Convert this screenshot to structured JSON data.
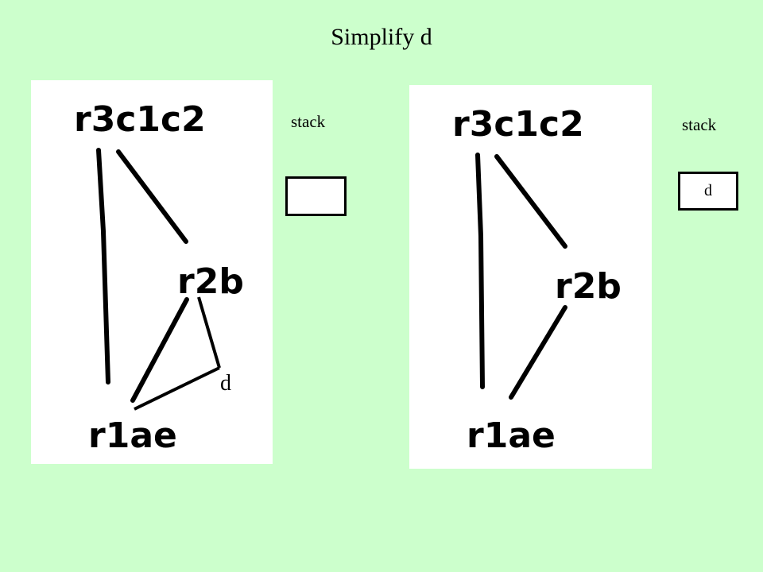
{
  "title": "Simplify d",
  "left_graph": {
    "nodes": {
      "top": "r3c1c2",
      "middle": "r2b",
      "bottom": "r1ae"
    },
    "edge_label": "d"
  },
  "right_graph": {
    "nodes": {
      "top": "r3c1c2",
      "middle": "r2b",
      "bottom": "r1ae"
    }
  },
  "stacks": {
    "left": {
      "label": "stack",
      "items": []
    },
    "right": {
      "label": "stack",
      "items": [
        "d"
      ]
    }
  }
}
